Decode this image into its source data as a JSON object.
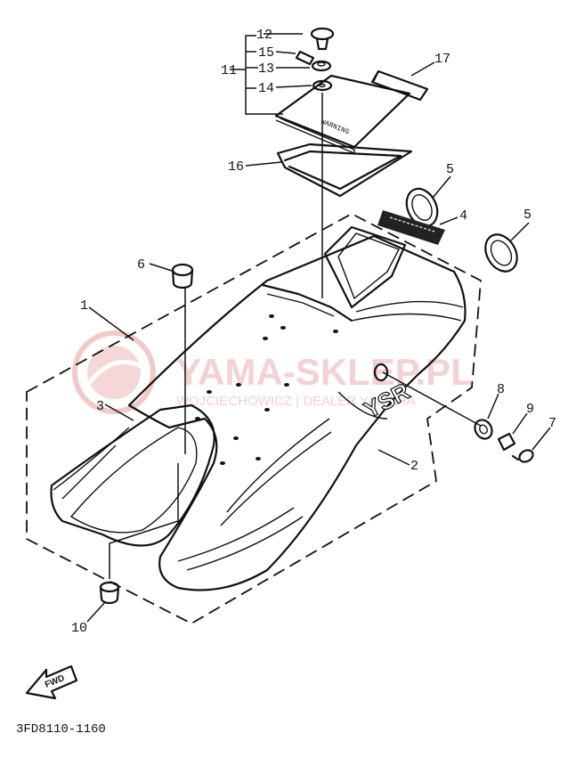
{
  "diagram": {
    "callouts": {
      "c1": "1",
      "c2": "2",
      "c3": "3",
      "c4": "4",
      "c5a": "5",
      "c5b": "5",
      "c6": "6",
      "c7": "7",
      "c8": "8",
      "c9": "9",
      "c10": "10",
      "c11": "11",
      "c12": "12",
      "c13": "13",
      "c14": "14",
      "c15": "15",
      "c16": "16",
      "c17": "17"
    },
    "fwd_label": "FWD",
    "emblem_text": "YSR",
    "cover_text": "WARNING",
    "diagram_code": "3FD8110-1160"
  },
  "watermark": {
    "brand": "YAMA-SKLEP.PL",
    "subline": "WOJCIECHOWICZ | DEALER YAMAHA",
    "color": "#e9a9a9"
  }
}
